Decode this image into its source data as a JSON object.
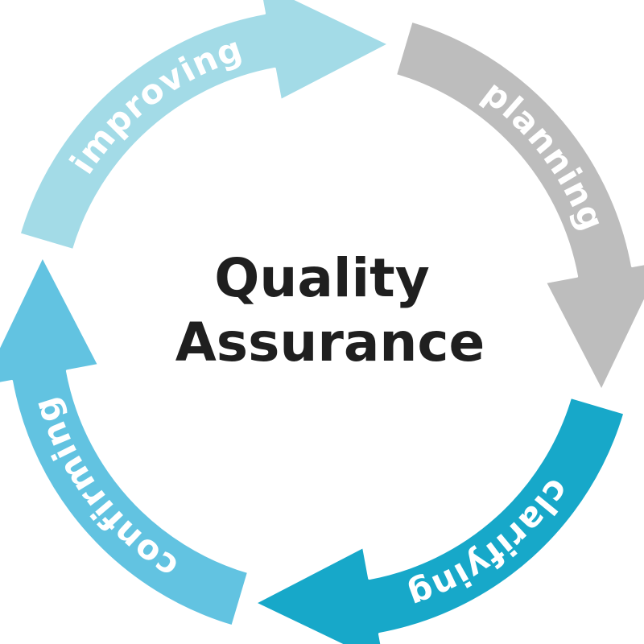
{
  "title": {
    "line1": "Quality",
    "line2": "Assurance"
  },
  "stages": [
    {
      "id": "planning",
      "label": "planning",
      "color": "#bdbdbd"
    },
    {
      "id": "clarifying",
      "label": "clarifying",
      "color": "#17a8c9"
    },
    {
      "id": "confirming",
      "label": "confirming",
      "color": "#62c3e1"
    },
    {
      "id": "improving",
      "label": "improving",
      "color": "#a3dbe7"
    }
  ],
  "background": "#ffffff",
  "title_color": "#1f1f1f"
}
